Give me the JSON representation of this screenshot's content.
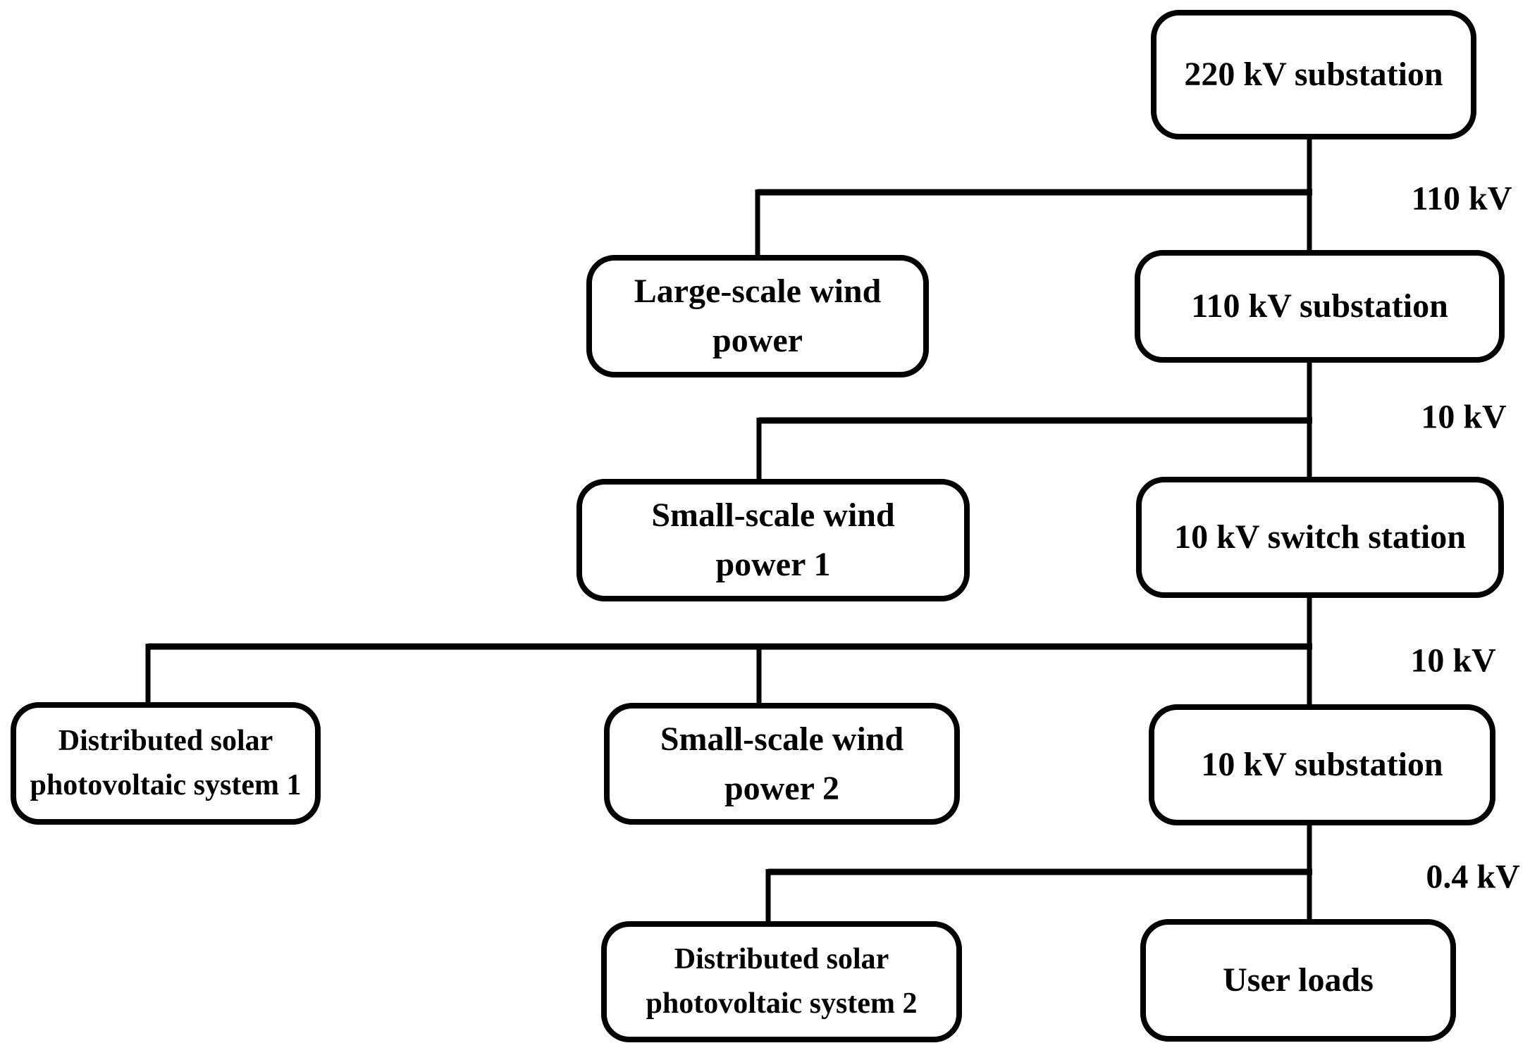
{
  "diagram": {
    "type": "power-distribution-hierarchy",
    "colors": {
      "line": "#000000",
      "text": "#000000",
      "background": "#ffffff"
    },
    "nodes": {
      "substation220": {
        "label": "220 kV substation"
      },
      "largeWind": {
        "line1": "Large-scale wind",
        "line2": "power"
      },
      "substation110": {
        "label": "110 kV substation"
      },
      "smallWind1": {
        "line1": "Small-scale wind",
        "line2": "power 1"
      },
      "switchStation": {
        "label": "10 kV switch station"
      },
      "pv1": {
        "line1": "Distributed solar",
        "line2": "photovoltaic system 1"
      },
      "smallWind2": {
        "line1": "Small-scale wind",
        "line2": "power 2"
      },
      "substation10": {
        "label": "10 kV substation"
      },
      "pv2": {
        "line1": "Distributed solar",
        "line2": "photovoltaic system 2"
      },
      "userLoads": {
        "label": "User loads"
      }
    },
    "voltage_labels": {
      "level1": "110 kV",
      "level2": "10 kV",
      "level3": "10 kV",
      "level4": "0.4 kV"
    },
    "edges": [
      "220 kV substation -> 110 kV bus",
      "110 kV bus -> Large-scale wind power",
      "110 kV bus -> 110 kV substation",
      "110 kV substation -> 10 kV bus",
      "10 kV bus -> Small-scale wind power 1",
      "10 kV bus -> 10 kV switch station",
      "10 kV switch station -> 10 kV bus 2",
      "10 kV bus 2 -> Distributed solar photovoltaic system 1",
      "10 kV bus 2 -> Small-scale wind power 2",
      "10 kV bus 2 -> 10 kV substation",
      "10 kV substation -> 0.4 kV bus",
      "0.4 kV bus -> Distributed solar photovoltaic system 2",
      "0.4 kV bus -> User loads"
    ]
  }
}
